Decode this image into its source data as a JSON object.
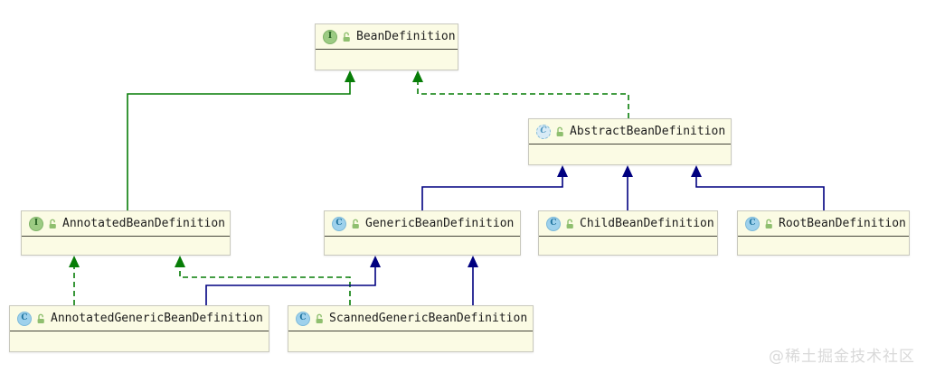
{
  "diagram": {
    "nodes": [
      {
        "label": "BeanDefinition",
        "kind": "interface",
        "visibility": "public"
      },
      {
        "label": "AbstractBeanDefinition",
        "kind": "abstract-class",
        "visibility": "public"
      },
      {
        "label": "AnnotatedBeanDefinition",
        "kind": "interface",
        "visibility": "public"
      },
      {
        "label": "GenericBeanDefinition",
        "kind": "class",
        "visibility": "public"
      },
      {
        "label": "ChildBeanDefinition",
        "kind": "class",
        "visibility": "public"
      },
      {
        "label": "RootBeanDefinition",
        "kind": "class",
        "visibility": "public"
      },
      {
        "label": "AnnotatedGenericBeanDefinition",
        "kind": "class",
        "visibility": "public"
      },
      {
        "label": "ScannedGenericBeanDefinition",
        "kind": "class",
        "visibility": "public"
      }
    ],
    "edges": [
      {
        "from": "AnnotatedBeanDefinition",
        "to": "BeanDefinition",
        "relation": "extends",
        "style": "solid",
        "color": "#077d07"
      },
      {
        "from": "AbstractBeanDefinition",
        "to": "BeanDefinition",
        "relation": "implements",
        "style": "dashed",
        "color": "#077d07"
      },
      {
        "from": "GenericBeanDefinition",
        "to": "AbstractBeanDefinition",
        "relation": "extends",
        "style": "solid",
        "color": "#000080"
      },
      {
        "from": "ChildBeanDefinition",
        "to": "AbstractBeanDefinition",
        "relation": "extends",
        "style": "solid",
        "color": "#000080"
      },
      {
        "from": "RootBeanDefinition",
        "to": "AbstractBeanDefinition",
        "relation": "extends",
        "style": "solid",
        "color": "#000080"
      },
      {
        "from": "AnnotatedGenericBeanDefinition",
        "to": "AnnotatedBeanDefinition",
        "relation": "implements",
        "style": "dashed",
        "color": "#077d07"
      },
      {
        "from": "ScannedGenericBeanDefinition",
        "to": "AnnotatedBeanDefinition",
        "relation": "implements",
        "style": "dashed",
        "color": "#077d07"
      },
      {
        "from": "AnnotatedGenericBeanDefinition",
        "to": "GenericBeanDefinition",
        "relation": "extends",
        "style": "solid",
        "color": "#000080"
      },
      {
        "from": "ScannedGenericBeanDefinition",
        "to": "GenericBeanDefinition",
        "relation": "extends",
        "style": "solid",
        "color": "#000080"
      }
    ],
    "icons": {
      "interface_badge": "I",
      "class_badge": "C",
      "abstract_class_badge": "C",
      "visibility_icon": "unlocked-padlock"
    },
    "colors": {
      "interface_edge": "#077d07",
      "class_edge": "#000080",
      "node_fill": "#fbfbe4",
      "node_border": "#c9c9be",
      "interface_badge_bg": "#9ccb83",
      "class_badge_bg": "#9ed1ec"
    }
  },
  "watermark": {
    "text": "@稀土掘金技术社区"
  }
}
